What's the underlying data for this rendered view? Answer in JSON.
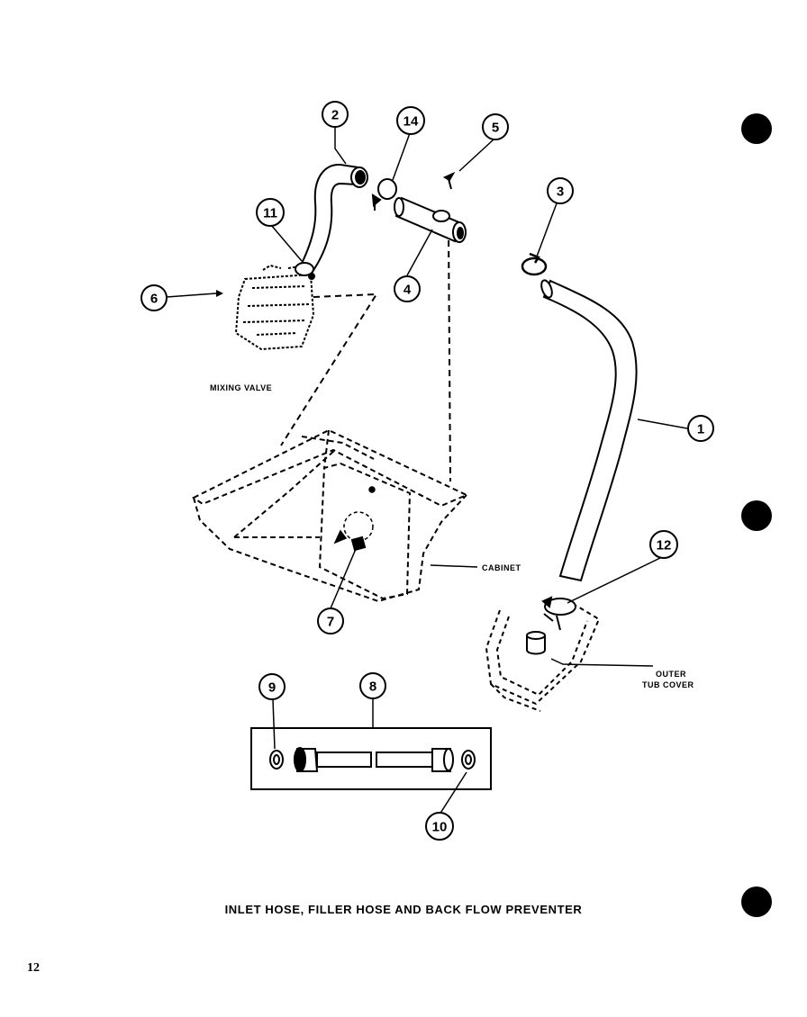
{
  "caption": "INLET HOSE, FILLER HOSE AND BACK FLOW PREVENTER",
  "page_number": "12",
  "labels": {
    "mixing_valve": "MIXING VALVE",
    "cabinet": "CABINET",
    "outer_tub_cover_line1": "OUTER",
    "outer_tub_cover_line2": "TUB COVER"
  },
  "callouts": [
    "1",
    "2",
    "3",
    "4",
    "5",
    "6",
    "7",
    "8",
    "9",
    "10",
    "11",
    "12",
    "14"
  ]
}
